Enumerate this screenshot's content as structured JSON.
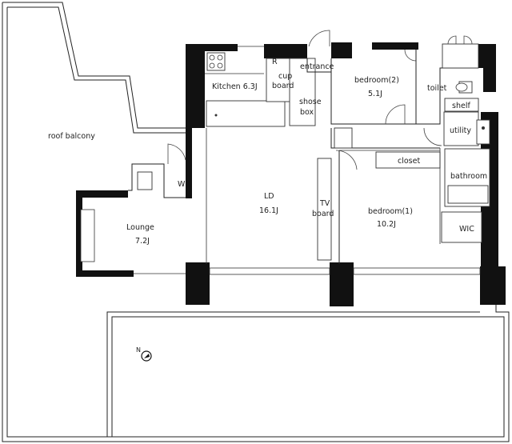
{
  "rooms": {
    "roof_balcony": "roof balcony",
    "kitchen": "Kitchen 6.3J",
    "refrigerator": "R",
    "cupboard_1": "cup",
    "cupboard_2": "board",
    "entrance": "entrance",
    "shoebox_1": "shose",
    "shoebox_2": "box",
    "bedroom2_name": "bedroom(2)",
    "bedroom2_size": "5.1J",
    "toilet": "toilet",
    "shelf": "shelf",
    "utility": "utility",
    "washer": "W",
    "ld_name": "LD",
    "ld_size": "16.1J",
    "tvboard_1": "TV",
    "tvboard_2": "board",
    "closet": "closet",
    "bathroom": "bathroom",
    "bedroom1_name": "bedroom(1)",
    "bedroom1_size": "10.2J",
    "wic": "WIC",
    "lounge_name": "Lounge",
    "lounge_size": "7.2J",
    "north": "N"
  },
  "colors": {
    "wall": "#111111",
    "line": "#222222",
    "background": "#ffffff"
  },
  "icons": {
    "north_arrow": "compass-north-icon"
  }
}
